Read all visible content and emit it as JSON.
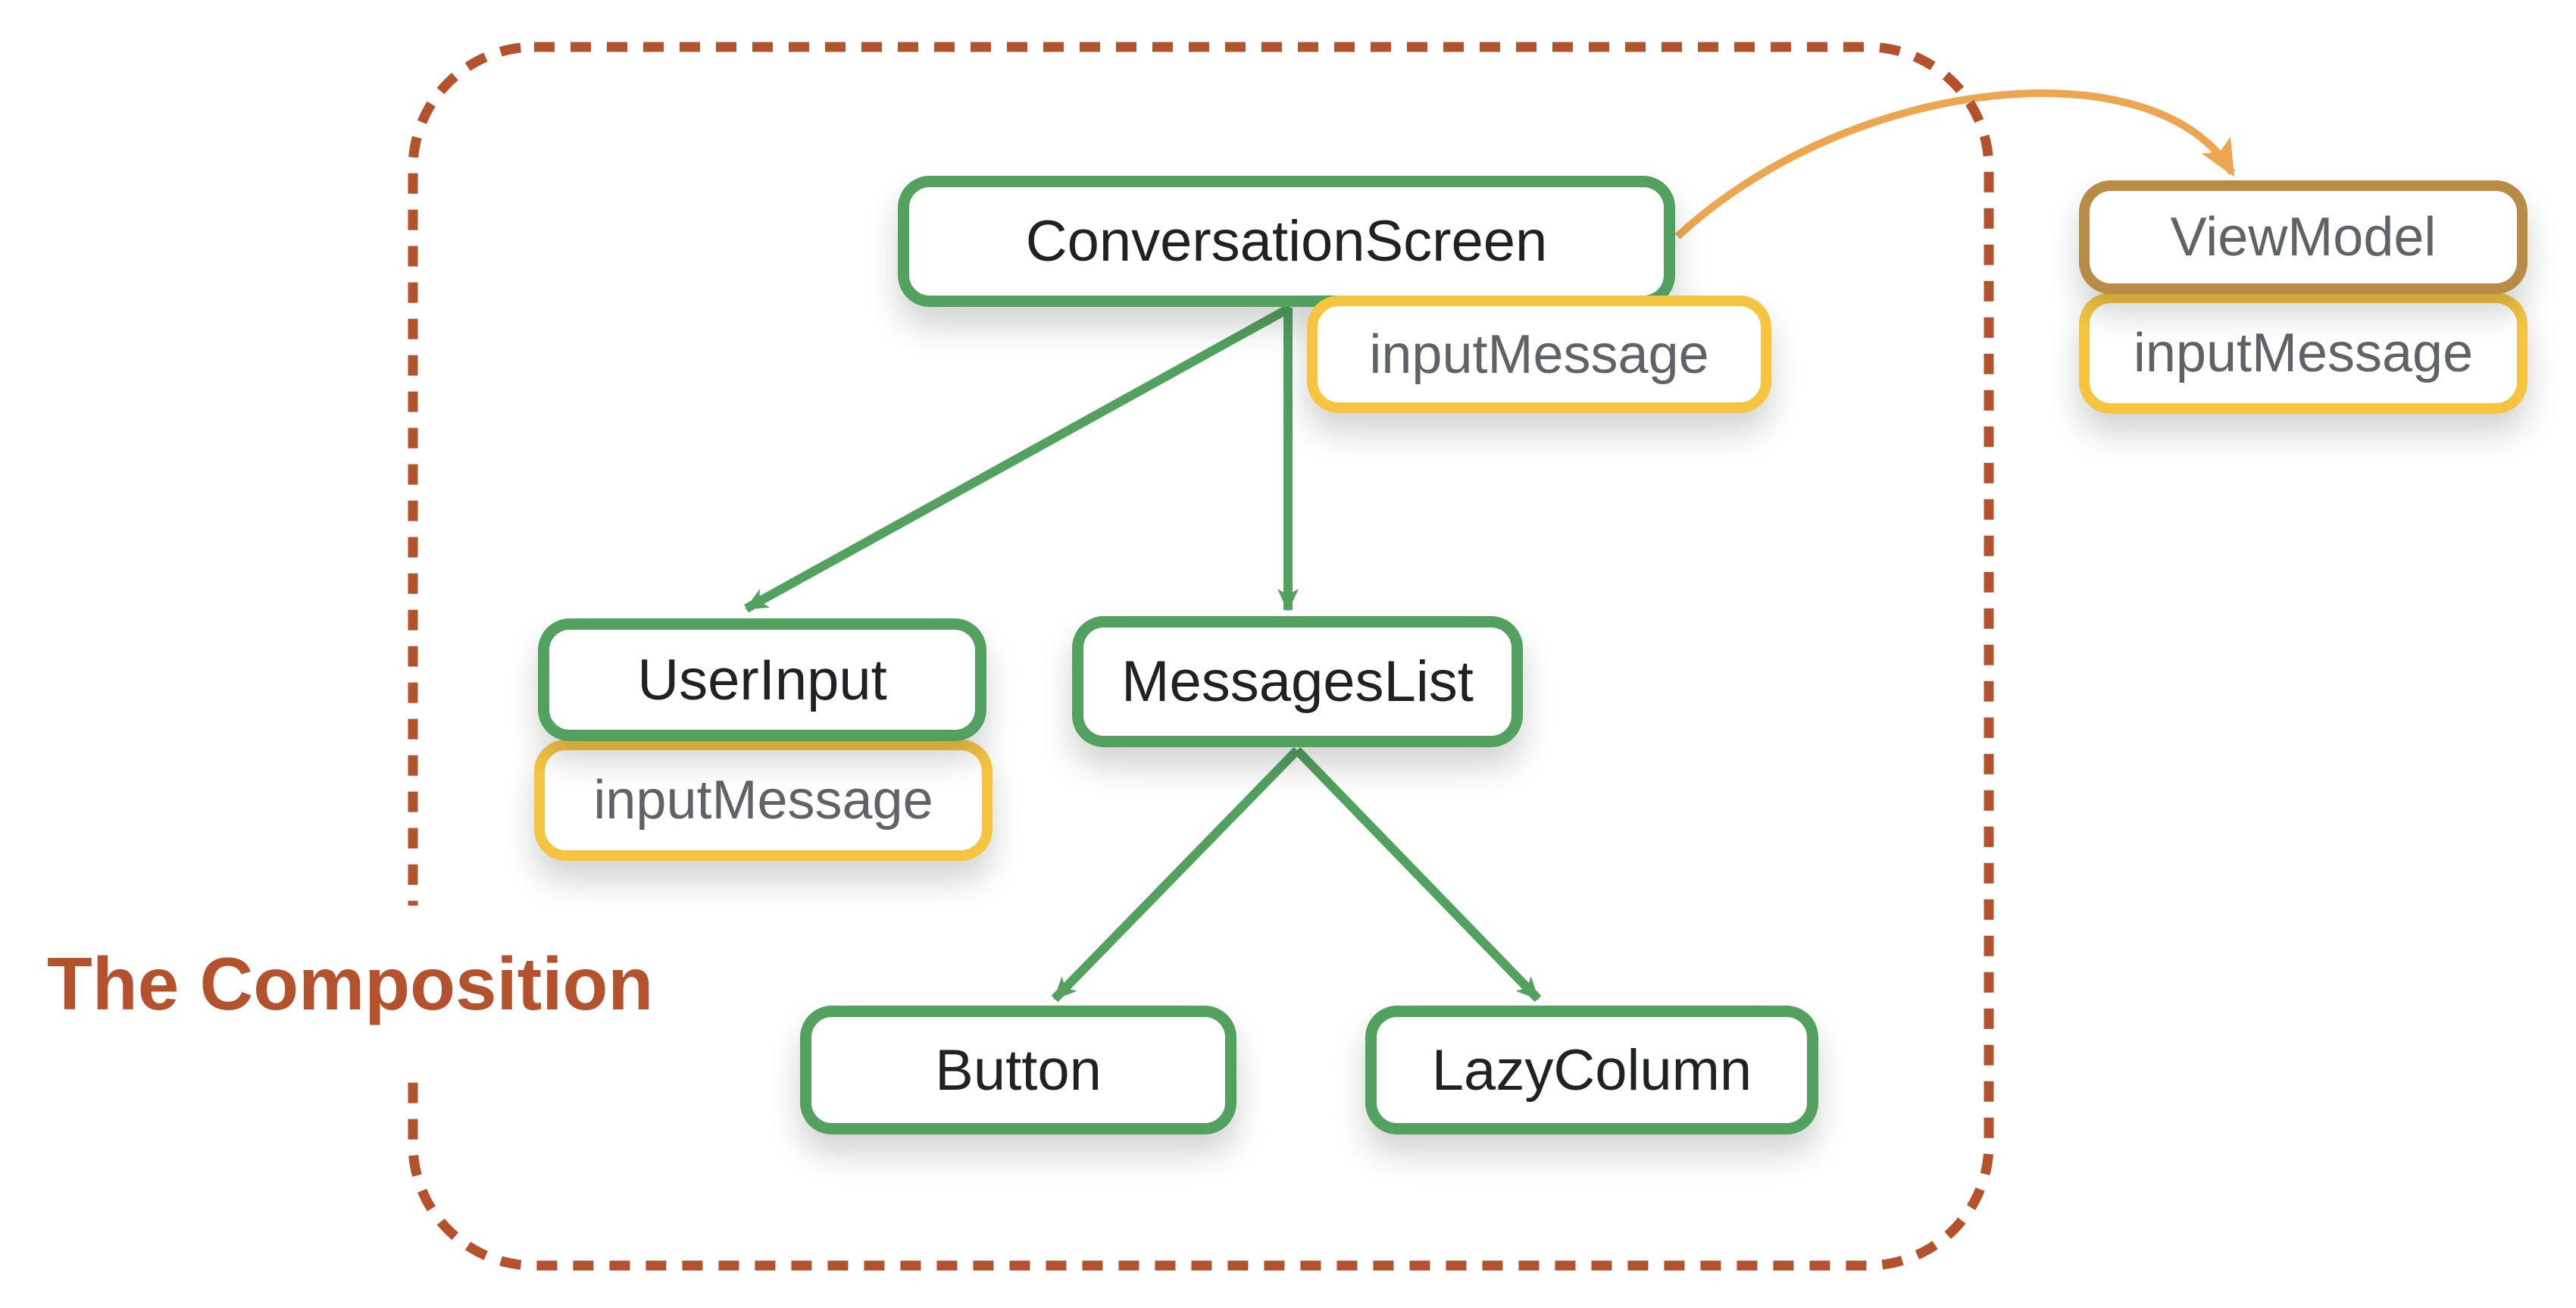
{
  "region": {
    "label": "The Composition"
  },
  "nodes": {
    "conversation_screen": {
      "label": "ConversationScreen",
      "kind": "composable"
    },
    "conversation_screen_state": {
      "label": "inputMessage",
      "kind": "state"
    },
    "user_input": {
      "label": "UserInput",
      "kind": "composable"
    },
    "user_input_state": {
      "label": "inputMessage",
      "kind": "state"
    },
    "messages_list": {
      "label": "MessagesList",
      "kind": "composable"
    },
    "button": {
      "label": "Button",
      "kind": "composable"
    },
    "lazy_column": {
      "label": "LazyColumn",
      "kind": "composable"
    },
    "view_model": {
      "label": "ViewModel",
      "kind": "external"
    },
    "view_model_state": {
      "label": "inputMessage",
      "kind": "state"
    }
  },
  "edges": [
    {
      "from": "ConversationScreen",
      "to": "UserInput",
      "style": "green-arrow"
    },
    {
      "from": "ConversationScreen",
      "to": "MessagesList",
      "style": "green-arrow"
    },
    {
      "from": "MessagesList",
      "to": "Button",
      "style": "green-arrow"
    },
    {
      "from": "MessagesList",
      "to": "LazyColumn",
      "style": "green-arrow"
    },
    {
      "from": "ConversationScreen",
      "to": "ViewModel",
      "style": "orange-curved-arrow"
    }
  ],
  "colors": {
    "green": "#52a15f",
    "yellow": "#f5c542",
    "brown": "#b88c46",
    "sienna": "#b5522e",
    "orange": "#eda64f",
    "text_dark": "#202124",
    "text_gray": "#5f6368",
    "background": "#ffffff"
  }
}
